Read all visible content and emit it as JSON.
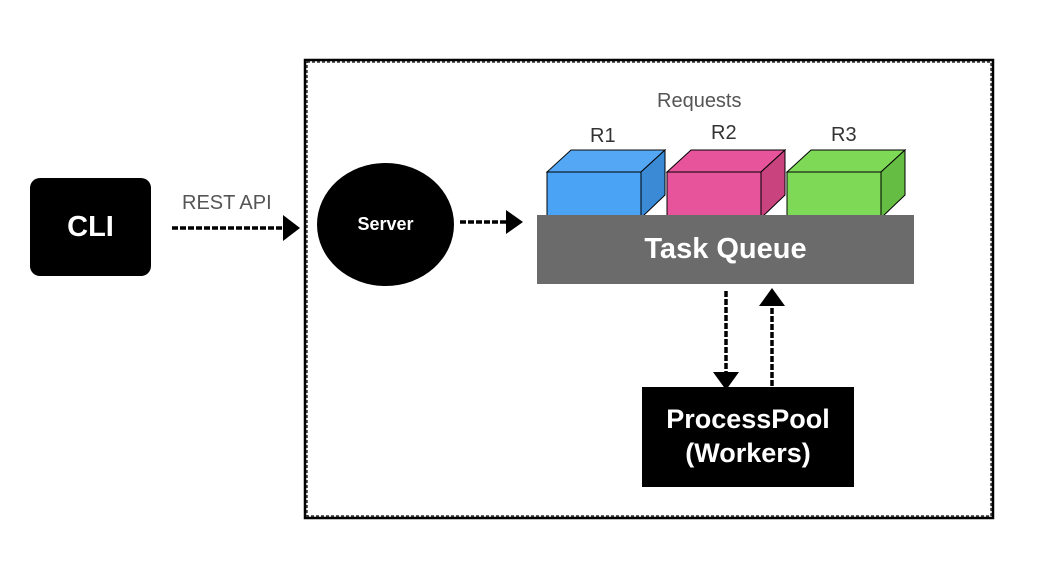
{
  "cli": {
    "label": "CLI"
  },
  "edges": {
    "cli_to_server_label": "REST API"
  },
  "server": {
    "label": "Server"
  },
  "requests": {
    "title": "Requests",
    "items": [
      {
        "label": "R1",
        "color": "#4aa3f5"
      },
      {
        "label": "R2",
        "color": "#e8549b"
      },
      {
        "label": "R3",
        "color": "#7ed957"
      }
    ]
  },
  "queue": {
    "label": "Task Queue",
    "color": "#6b6b6b"
  },
  "pool": {
    "line1": "ProcessPool",
    "line2": "(Workers)"
  }
}
